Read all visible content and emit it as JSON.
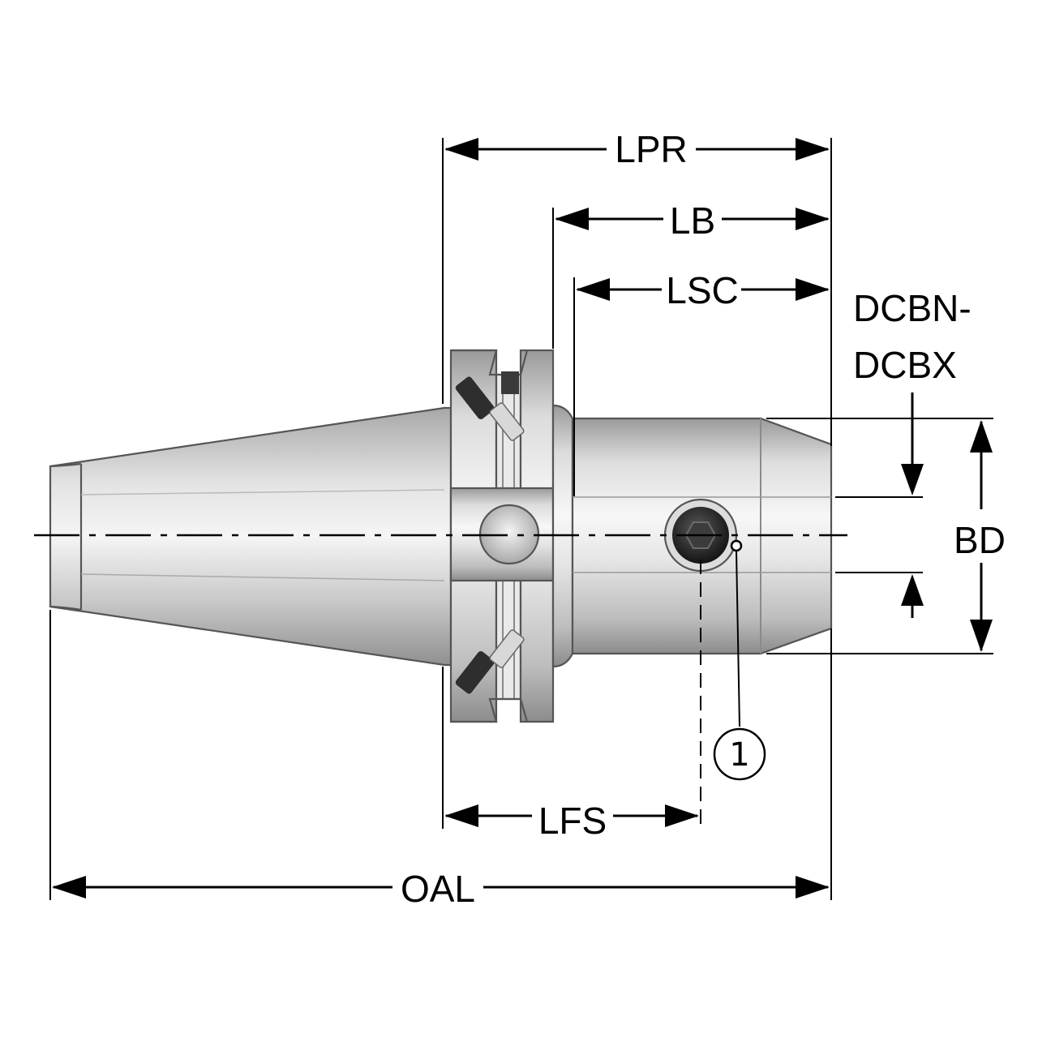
{
  "dimensions": {
    "lpr": "LPR",
    "lb": "LB",
    "lsc": "LSC",
    "dcbn": "DCBN-",
    "dcbx": "DCBX",
    "bd": "BD",
    "lfs": "LFS",
    "oal": "OAL"
  },
  "callout": {
    "label": "1"
  },
  "colors": {
    "line": "#000000",
    "metal_light": "#f2f2f2",
    "metal_mid": "#cfcfcf",
    "metal_dark": "#8a8a8a",
    "screw": "#2a2a2a"
  }
}
